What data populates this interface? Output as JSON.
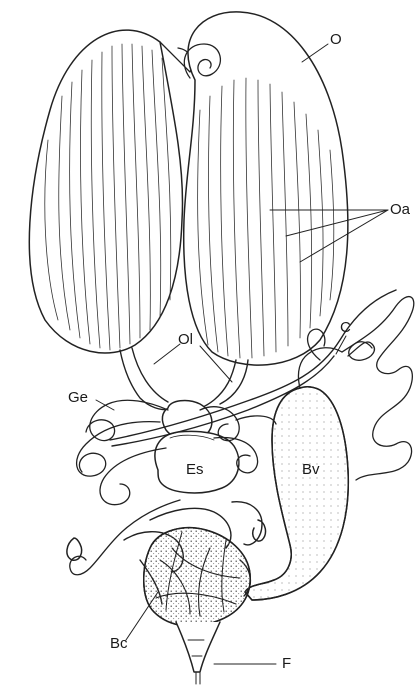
{
  "labels": {
    "O": "O",
    "Oa": "Oa",
    "Ol": "Ol",
    "Ge": "Ge",
    "C": "C",
    "Es": "Es",
    "Bv": "Bv",
    "Bc": "Bc",
    "F": "F"
  },
  "colors": {
    "ink": "#222222",
    "paper": "#ffffff",
    "shade": "#555555"
  }
}
